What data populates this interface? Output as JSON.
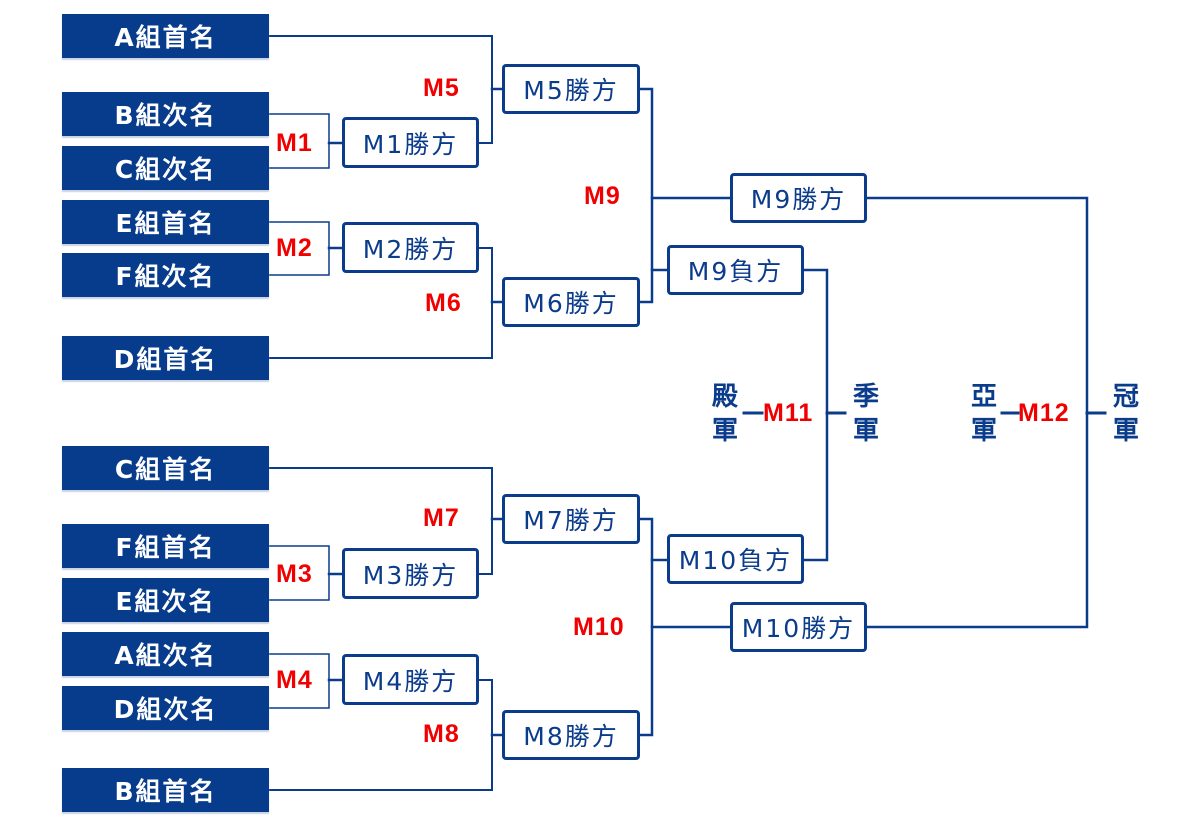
{
  "colors": {
    "primary": "#0b3c8c",
    "seed_fill": "#073b8c",
    "match_label": "#f00000",
    "background": "#ffffff"
  },
  "seeds": [
    {
      "id": "a1",
      "label": "A組首名"
    },
    {
      "id": "b2",
      "label": "B組次名"
    },
    {
      "id": "c2",
      "label": "C組次名"
    },
    {
      "id": "e1",
      "label": "E組首名"
    },
    {
      "id": "f2",
      "label": "F組次名"
    },
    {
      "id": "d1",
      "label": "D組首名"
    },
    {
      "id": "c1",
      "label": "C組首名"
    },
    {
      "id": "f1",
      "label": "F組首名"
    },
    {
      "id": "e2",
      "label": "E組次名"
    },
    {
      "id": "a2",
      "label": "A組次名"
    },
    {
      "id": "d2",
      "label": "D組次名"
    },
    {
      "id": "b1",
      "label": "B組首名"
    }
  ],
  "match_labels": {
    "m1": "M1",
    "m2": "M2",
    "m3": "M3",
    "m4": "M4",
    "m5": "M5",
    "m6": "M6",
    "m7": "M7",
    "m8": "M8",
    "m9": "M9",
    "m10": "M10",
    "m11": "M11",
    "m12": "M12"
  },
  "result_boxes": {
    "m1w": "M1勝方",
    "m2w": "M2勝方",
    "m3w": "M3勝方",
    "m4w": "M4勝方",
    "m5w": "M5勝方",
    "m6w": "M6勝方",
    "m7w": "M7勝方",
    "m8w": "M8勝方",
    "m9w": "M9勝方",
    "m9l": "M9負方",
    "m10l": "M10負方",
    "m10w": "M10勝方"
  },
  "placings": {
    "fourth": [
      "殿",
      "軍"
    ],
    "third": [
      "季",
      "軍"
    ],
    "second": [
      "亞",
      "軍"
    ],
    "champion": [
      "冠",
      "軍"
    ]
  }
}
